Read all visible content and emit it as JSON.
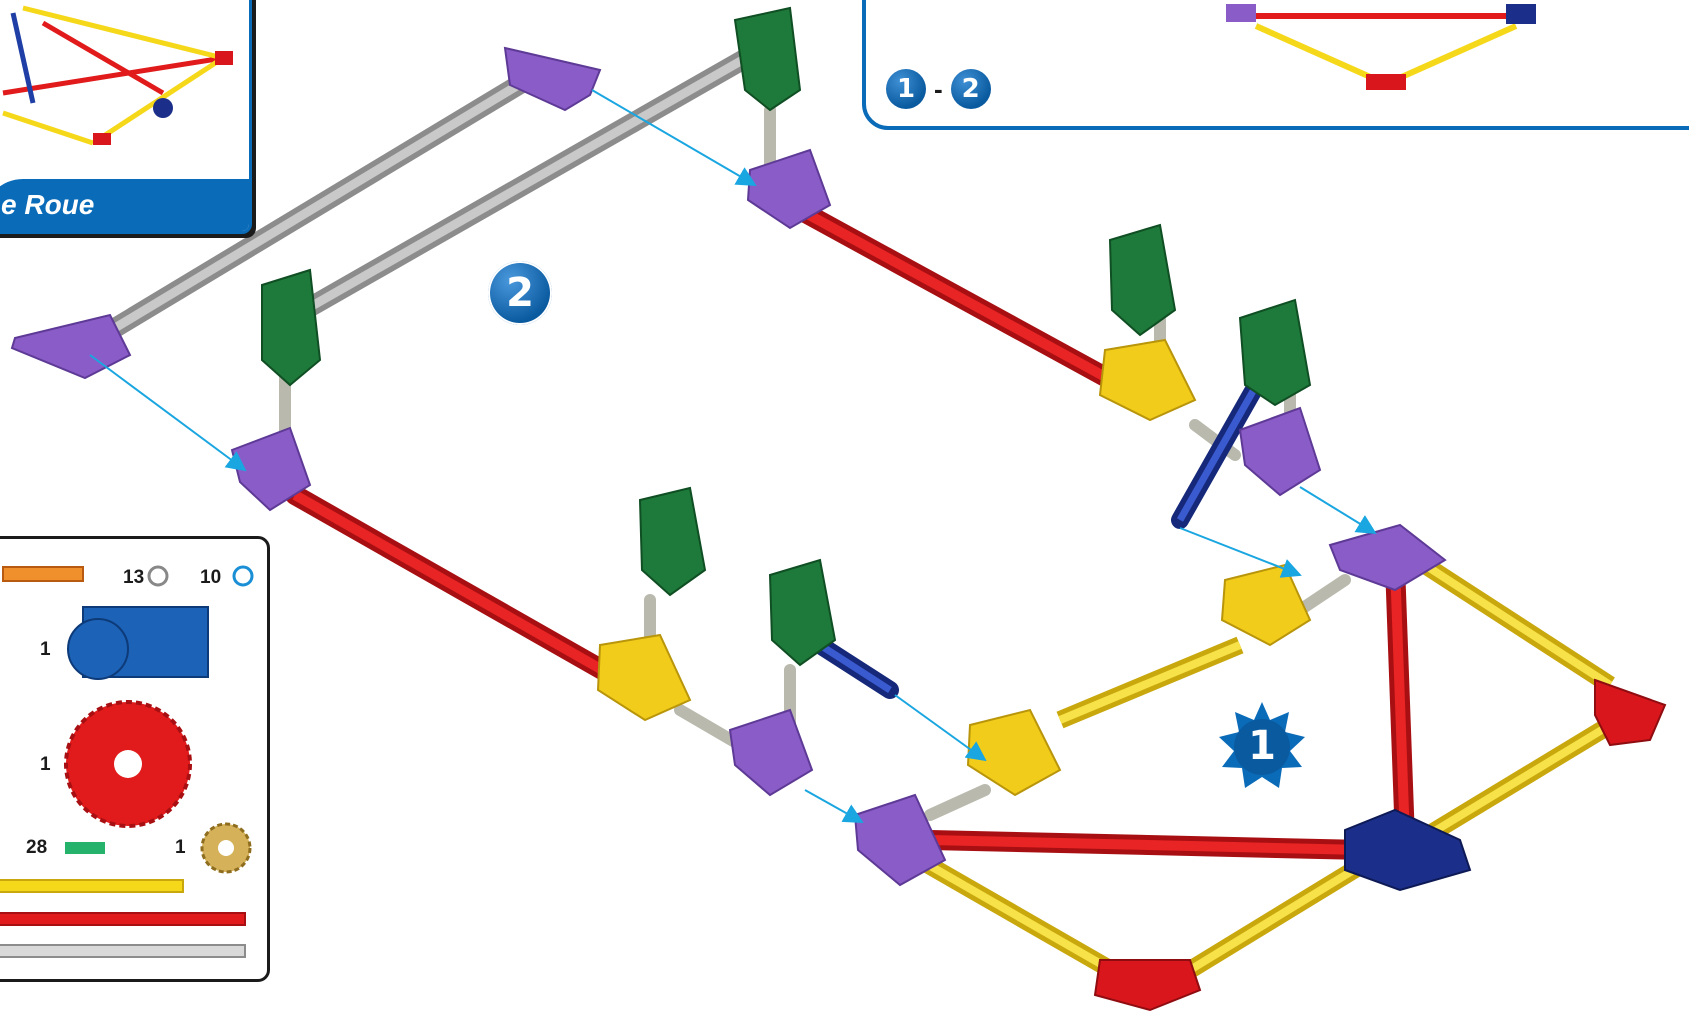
{
  "thumbnail": {
    "title": "e Roue"
  },
  "step_panel": {
    "range_start": "1",
    "range_separator": "-",
    "range_end": "2"
  },
  "steps": {
    "step1_label": "1",
    "step2_label": "2"
  },
  "parts_list": {
    "qty_gray_connector": "13",
    "qty_blue_connector": "10",
    "qty_motor": "1",
    "qty_big_gear": "1",
    "qty_green_clip": "28",
    "qty_small_gear": "1"
  },
  "colors": {
    "brand_blue": "#0a6bb8",
    "rod_red": "#e11b1b",
    "rod_yellow": "#f5d81a",
    "rod_gray": "#a6a6a6",
    "rod_white": "#e8e8e0",
    "rod_blue": "#1f3fa6",
    "connector_purple": "#8a5cc8",
    "connector_green": "#1e7a3a",
    "connector_yellow": "#f2cc1a",
    "connector_red": "#d8161c",
    "connector_navy": "#1b2f8a",
    "arrow_cyan": "#1aa6e0"
  }
}
